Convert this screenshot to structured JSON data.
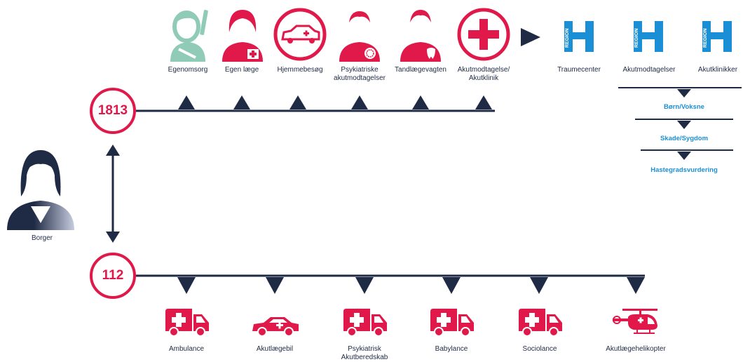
{
  "numbers": {
    "top": "1813",
    "bottom": "112"
  },
  "person": {
    "label": "Borger"
  },
  "top_services": [
    {
      "label": "Egenomsorg",
      "icon": "self-care-nurse-icon"
    },
    {
      "label": "Egen læge",
      "icon": "doctor-female-icon"
    },
    {
      "label": "Hjemmebesøg",
      "icon": "home-visit-car-icon"
    },
    {
      "label": "Psykiatriske\nakutmodtagelser",
      "icon": "psychiatry-doctor-icon"
    },
    {
      "label": "Tandlægevagten",
      "icon": "dentist-icon"
    },
    {
      "label": "Akutmodtagelse/\nAkutklinik",
      "icon": "red-cross-icon"
    }
  ],
  "region_services": [
    {
      "label": "Traumecenter",
      "logo_text": "REGION"
    },
    {
      "label": "Akutmodtagelser",
      "logo_text": "REGION"
    },
    {
      "label": "Akutklinikker",
      "logo_text": "REGION"
    }
  ],
  "triage": [
    "Børn/Voksne",
    "Skade/Sygdom",
    "Hastegradsvurdering"
  ],
  "bottom_services": [
    {
      "label": "Ambulance",
      "icon": "ambulance-icon"
    },
    {
      "label": "Akutlægebil",
      "icon": "emergency-doctor-car-icon"
    },
    {
      "label": "Psykiatrisk\nAkutberedskab",
      "icon": "psychiatric-ambulance-icon"
    },
    {
      "label": "Babylance",
      "icon": "babylance-icon"
    },
    {
      "label": "Sociolance",
      "icon": "sociolance-icon"
    },
    {
      "label": "Akutlægehelikopter",
      "icon": "helicopter-icon"
    }
  ],
  "colors": {
    "red": "#e0194a",
    "navy": "#1f2a44",
    "teal": "#8fcbb7",
    "blue": "#1a8fd6"
  }
}
